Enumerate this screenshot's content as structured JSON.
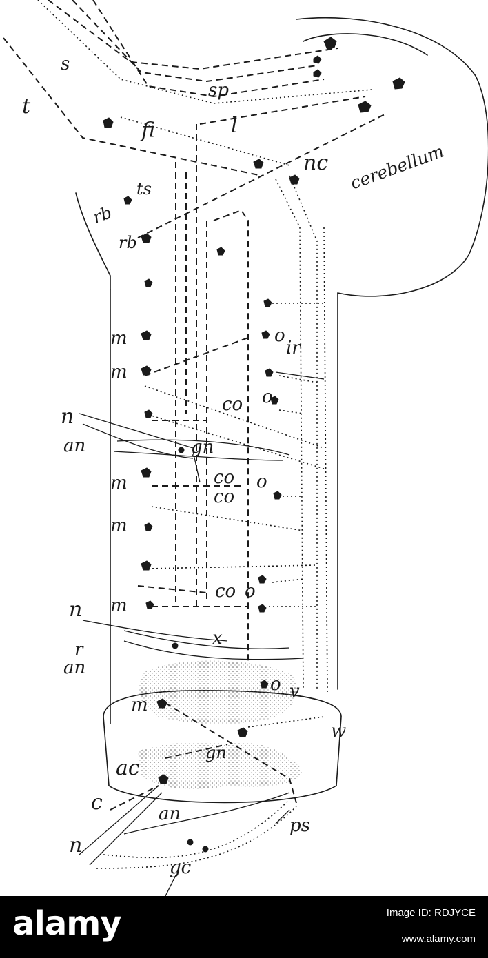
{
  "diagram": {
    "labels": {
      "s": "s",
      "t": "t",
      "sp": "sp",
      "fi": "fi",
      "l": "l",
      "nc": "nc",
      "cerebellum": "cerebellum",
      "ts": "ts",
      "rb1": "rb",
      "rb2": "rb",
      "m1": "m",
      "m2": "m",
      "m3": "m",
      "m4": "m",
      "m5": "m",
      "m6": "m",
      "o1": "o",
      "o2": "o",
      "o3": "o",
      "o4": "o",
      "o5": "o",
      "ir": "ir",
      "co1": "co",
      "co2": "co",
      "co3": "co",
      "co4": "co",
      "n1": "n",
      "n2": "n",
      "n3": "n",
      "an1": "an",
      "an2": "an",
      "an3": "an",
      "gn": "gn",
      "r": "r",
      "x": "x",
      "v": "v",
      "w": "w",
      "ac": "ac",
      "c": "c",
      "ps": "ps",
      "gc": "gc"
    }
  },
  "footer": {
    "logo": "alamy",
    "image_id": "Image ID: RDJYCE",
    "url": "www.alamy.com"
  },
  "colors": {
    "ink": "#1a1a1a",
    "footer_bg": "#000000",
    "footer_text": "#ffffff"
  }
}
